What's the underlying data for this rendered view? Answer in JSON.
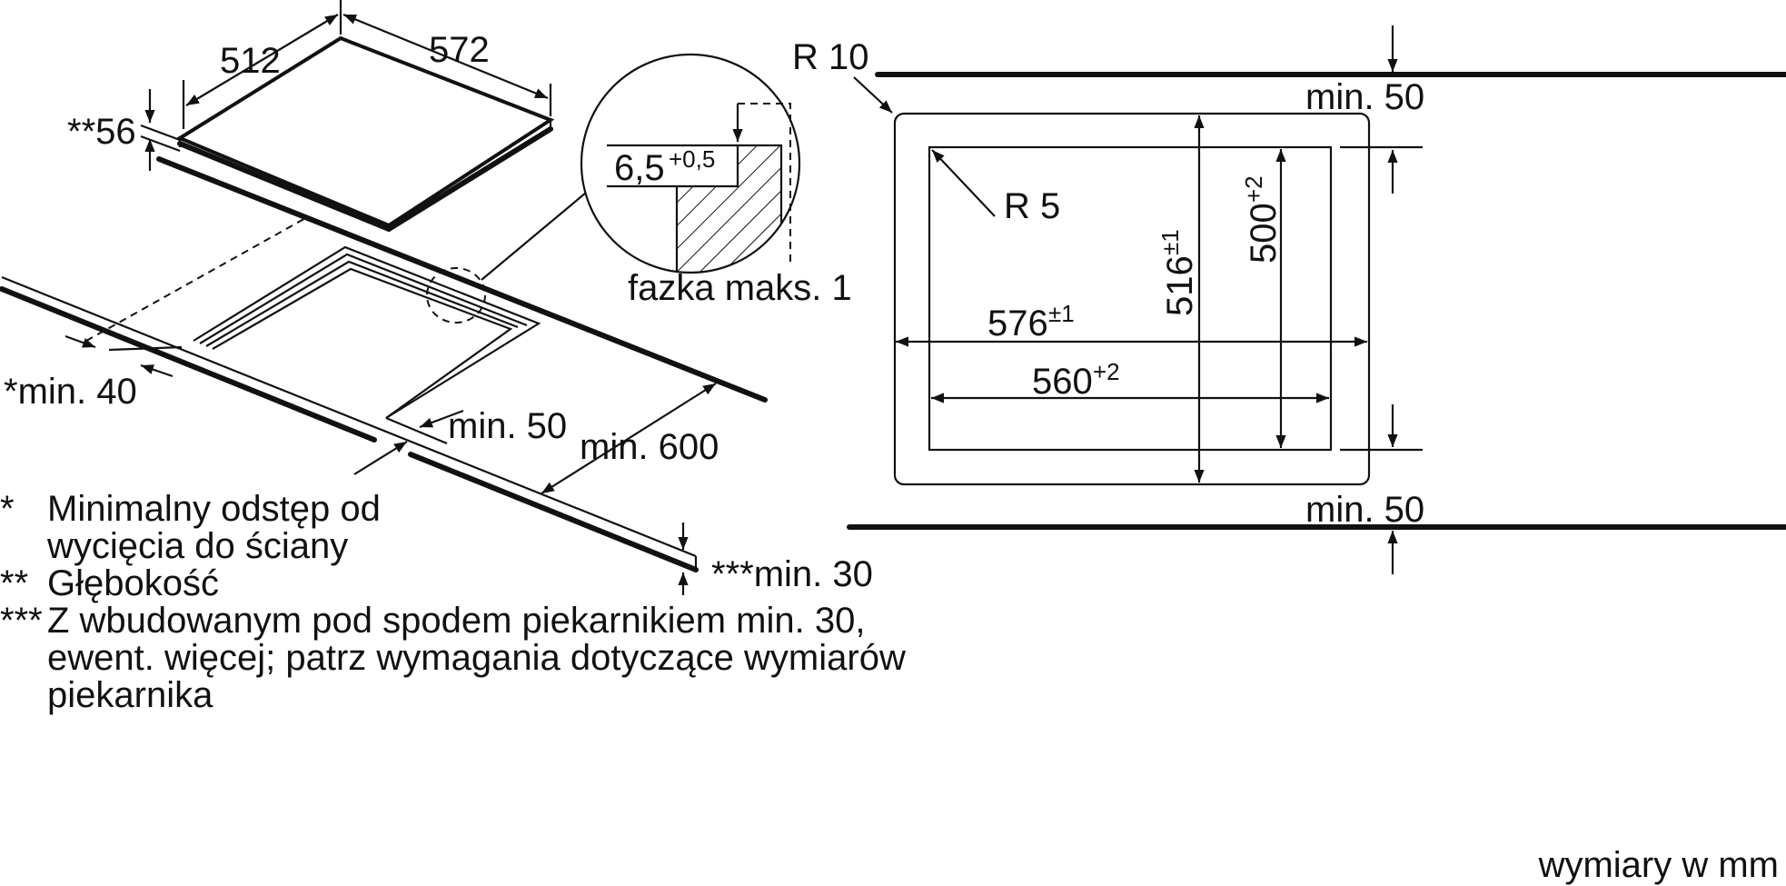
{
  "perspective": {
    "width": "512",
    "depth": "572",
    "thickness": "**56",
    "wall_gap": "*min. 40",
    "front_gap": "min. 50",
    "depth_min": "min. 600",
    "below_gap": "***min. 30"
  },
  "detail": {
    "recess": "6,5",
    "recess_tolerance": "+0,5",
    "chamfer": "fazka maks. 1"
  },
  "cutout": {
    "outer_radius": "R 10",
    "inner_radius": "R 5",
    "outer_width": "576",
    "outer_width_tol": "±1",
    "outer_depth": "516",
    "outer_depth_tol": "±1",
    "inner_width": "560",
    "inner_width_tol": "+2",
    "inner_depth": "500",
    "inner_depth_tol": "+2",
    "clearance_top": "min. 50",
    "clearance_bottom": "min. 50"
  },
  "notes": [
    {
      "mark": "*",
      "lines": [
        "Minimalny odstęp od",
        "wycięcia do ściany"
      ]
    },
    {
      "mark": "**",
      "lines": [
        "Głębokość"
      ]
    },
    {
      "mark": "***",
      "lines": [
        "Z wbudowanym pod spodem piekarnikiem min. 30,",
        "ewent. więcej; patrz wymagania dotyczące wymiarów",
        "piekarnika"
      ]
    }
  ],
  "units": "wymiary w mm"
}
